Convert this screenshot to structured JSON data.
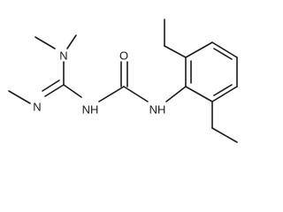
{
  "molecule": {
    "atoms": {
      "n_dimethyl": "N",
      "n_imine": "N",
      "nh_left": "NH",
      "o_carbonyl": "O",
      "nh_right": "NH"
    }
  }
}
